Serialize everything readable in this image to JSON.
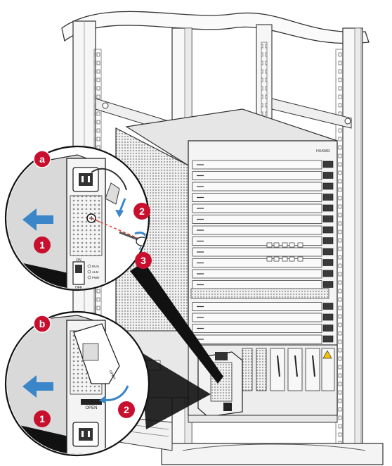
{
  "device": {
    "brand_label": "HUAWEI",
    "psu_switch_labels": [
      "ON",
      "OFF"
    ],
    "psu_led_labels": [
      "RUN",
      "ALM",
      "PWR"
    ]
  },
  "callout_a": {
    "badge": "a",
    "steps": [
      {
        "number": "1",
        "kind": "push-module-in"
      },
      {
        "number": "2",
        "kind": "insert-screw"
      },
      {
        "number": "3",
        "kind": "tighten-screw"
      }
    ]
  },
  "callout_b": {
    "badge": "b",
    "open_label": "OPEN",
    "steps": [
      {
        "number": "1",
        "kind": "push-module-in"
      },
      {
        "number": "2",
        "kind": "close-latch"
      }
    ]
  },
  "colors": {
    "step_badge": "#c8102e",
    "arrow_blue": "#3a86c8",
    "outline": "#222222",
    "rack": "#f2f2f2",
    "chassis": "#e9e9e9",
    "warning": "#f2c200"
  },
  "icons": [
    "push-arrow-icon",
    "screwdriver-icon",
    "rotate-arrow-icon",
    "screw-icon",
    "warning-label-icon"
  ]
}
